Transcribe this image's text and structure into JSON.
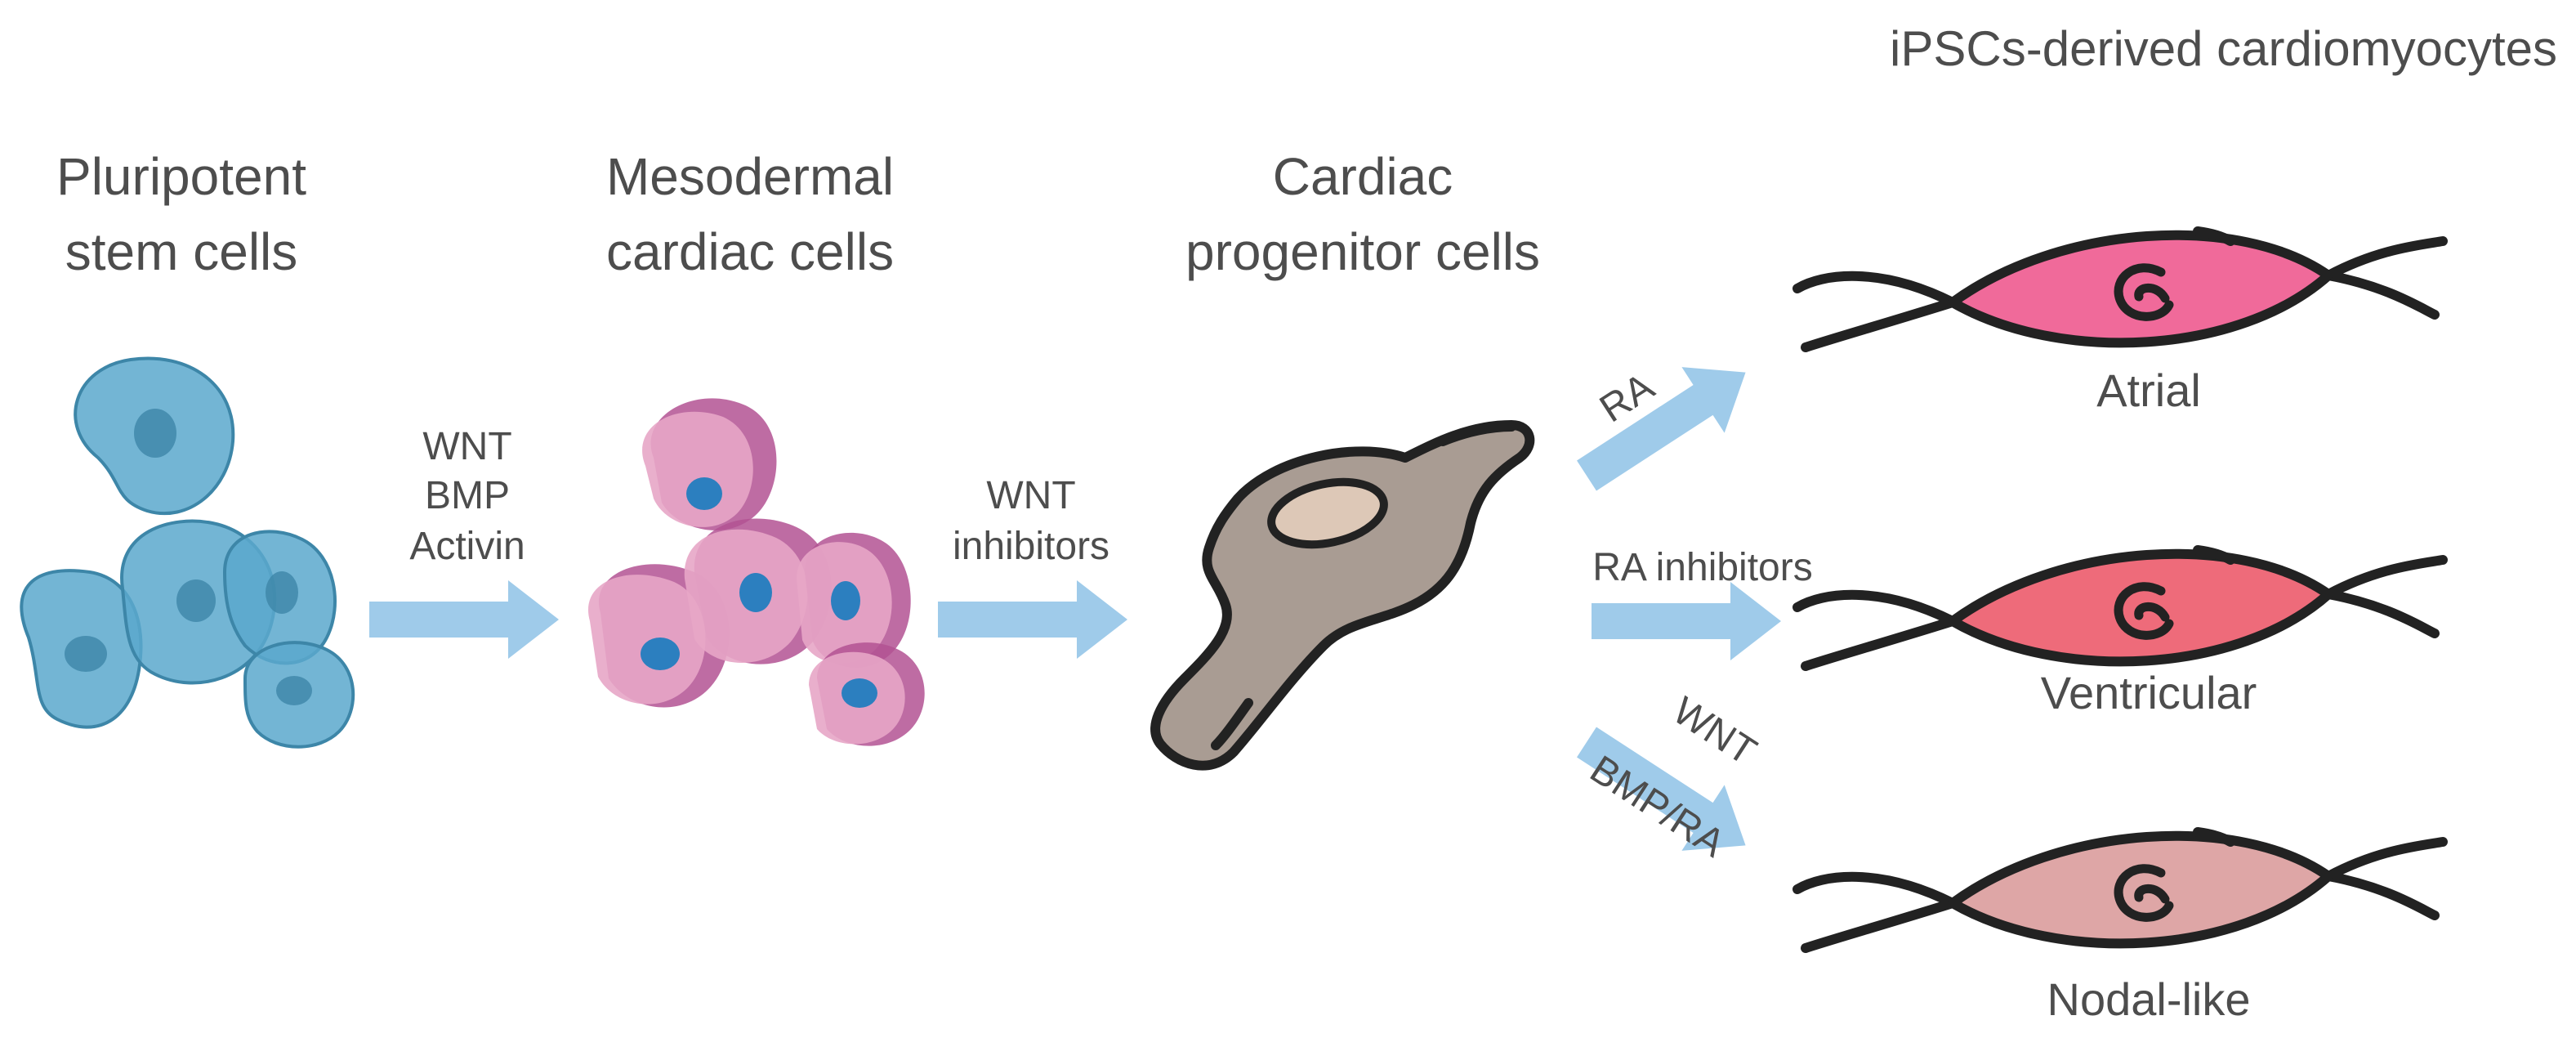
{
  "stages": {
    "pluripotent": {
      "line1": "Pluripotent",
      "line2": "stem cells"
    },
    "mesodermal": {
      "line1": "Mesodermal",
      "line2": "cardiac cells"
    },
    "progenitor": {
      "line1": "Cardiac",
      "line2": "progenitor cells"
    }
  },
  "arrows": {
    "a1": {
      "line1": "WNT",
      "line2": "BMP",
      "line3": "Activin"
    },
    "a2": {
      "line1": "WNT",
      "line2": "inhibitors"
    },
    "atrial": {
      "label": "RA"
    },
    "ventricular": {
      "label": "RA inhibitors"
    },
    "nodal": {
      "line1": "WNT",
      "line2": "BMP/RA"
    }
  },
  "output_title": "iPSCs-derived cardiomyocytes",
  "cardiomyocytes": {
    "atrial": {
      "label": "Atrial",
      "color": "#f06a9a"
    },
    "ventricular": {
      "label": "Ventricular",
      "color": "#ee6b7a"
    },
    "nodal": {
      "label": "Nodal-like",
      "color": "#dea6a6"
    }
  },
  "colors": {
    "arrow": "#9fcbea",
    "stem_cell": "#5aa8cc",
    "stem_cell_dark": "#3d86a8",
    "meso_cell": "#e7a6c6",
    "meso_cell_dark": "#b35293",
    "meso_nucleus": "#2c7fbf",
    "progenitor": "#a99c93",
    "progenitor_nucleus": "#ddc8b7",
    "outline": "#222222"
  }
}
